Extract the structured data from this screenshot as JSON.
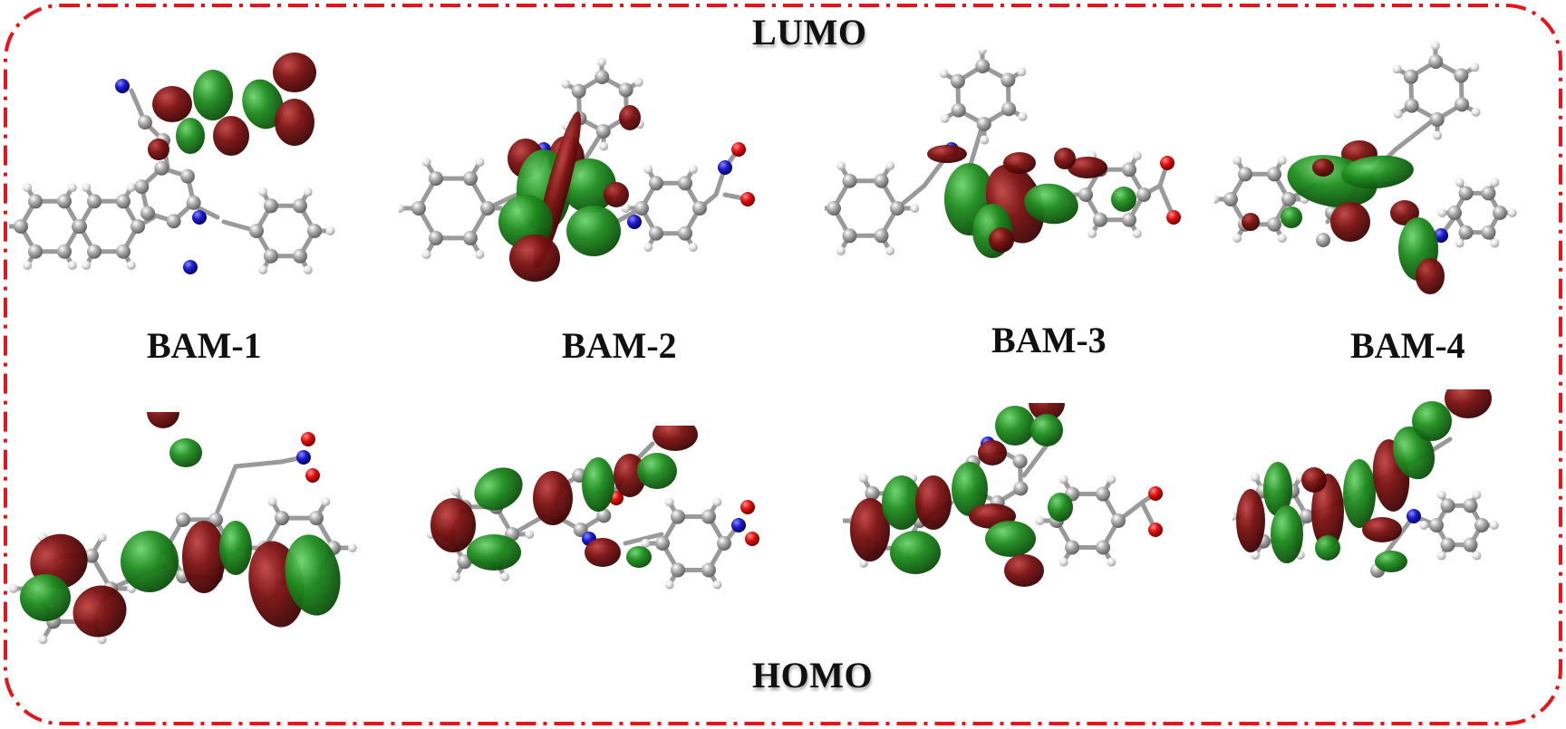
{
  "titles": {
    "top": "LUMO",
    "bottom": "HOMO"
  },
  "compounds": [
    "BAM-1",
    "BAM-2",
    "BAM-3",
    "BAM-4"
  ],
  "colors": {
    "frame": "#e8141b",
    "lobe_positive": "#1f8c1f",
    "lobe_negative": "#7a1111",
    "carbon": "#a9a9a9",
    "hydrogen": "#e9e9e9",
    "nitrogen": "#1c1ccc",
    "oxygen": "#e01010",
    "bond": "#9a9a9a"
  },
  "orbitals": [
    "LUMO",
    "HOMO"
  ]
}
